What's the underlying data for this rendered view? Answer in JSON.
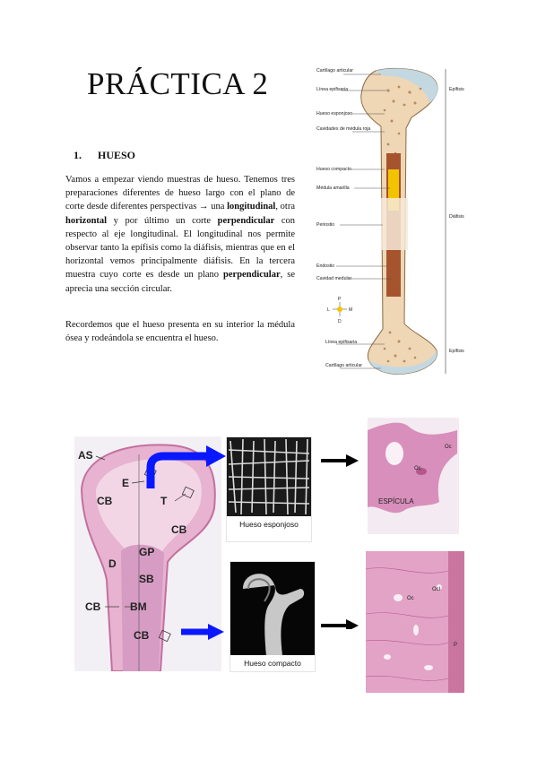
{
  "title": "PRÁCTICA 2",
  "section": {
    "number": "1.",
    "label": "HUESO"
  },
  "paragraph1": {
    "t1": "Vamos a empezar viendo muestras de hueso. Tenemos tres preparaciones diferentes de hueso largo con el plano de corte desde diferentes perspectivas → una ",
    "b1": "longitudinal",
    "t2": ", otra ",
    "b2": "horizontal",
    "t3": " y por último un corte ",
    "b3": "perpendicular",
    "t4": " con respecto al eje longitudinal. El longitudinal nos permite observar tanto la epífisis como la diáfisis, mientras que en el horizontal vemos principalmente diáfisis. En la tercera muestra cuyo corte es desde un plano ",
    "b4": "perpendicular",
    "t5": ", se aprecia una sección circular."
  },
  "paragraph2": "Recordemos que el hueso presenta en su interior la médula ósea y rodeándola se encuentra el hueso.",
  "bone_diagram": {
    "left_labels": [
      "Cartílago articular",
      "Línea epifisaria",
      "Hueso esponjoso",
      "Cavidades de médula roja",
      "Hueso compacto",
      "Médula amarilla",
      "Periostio",
      "Endostio",
      "Cavidad medular",
      "Línea epifisaria",
      "Cartílago articular"
    ],
    "right_labels": [
      "Epífisis",
      "Diáfisis",
      "Epífisis"
    ],
    "compass": [
      "P",
      "L",
      "M",
      "D"
    ]
  },
  "histology": {
    "section_labels": [
      "AS",
      "E",
      "CB",
      "T",
      "CB",
      "GP",
      "D",
      "SB",
      "CB",
      "BM",
      "CB"
    ],
    "spongy_caption": "Hueso esponjoso",
    "compact_caption": "Hueso compacto",
    "spicule_label": "ESPÍCULA",
    "spicule_small": [
      "Oc",
      "Oc"
    ],
    "compact_small": [
      "Oc",
      "Ocl",
      "P"
    ]
  },
  "colors": {
    "bone": "#e8c9a3",
    "marrow": "#f2c400",
    "histo_pink": "#d98fb6",
    "arrow_blue": "#0a18ff"
  }
}
